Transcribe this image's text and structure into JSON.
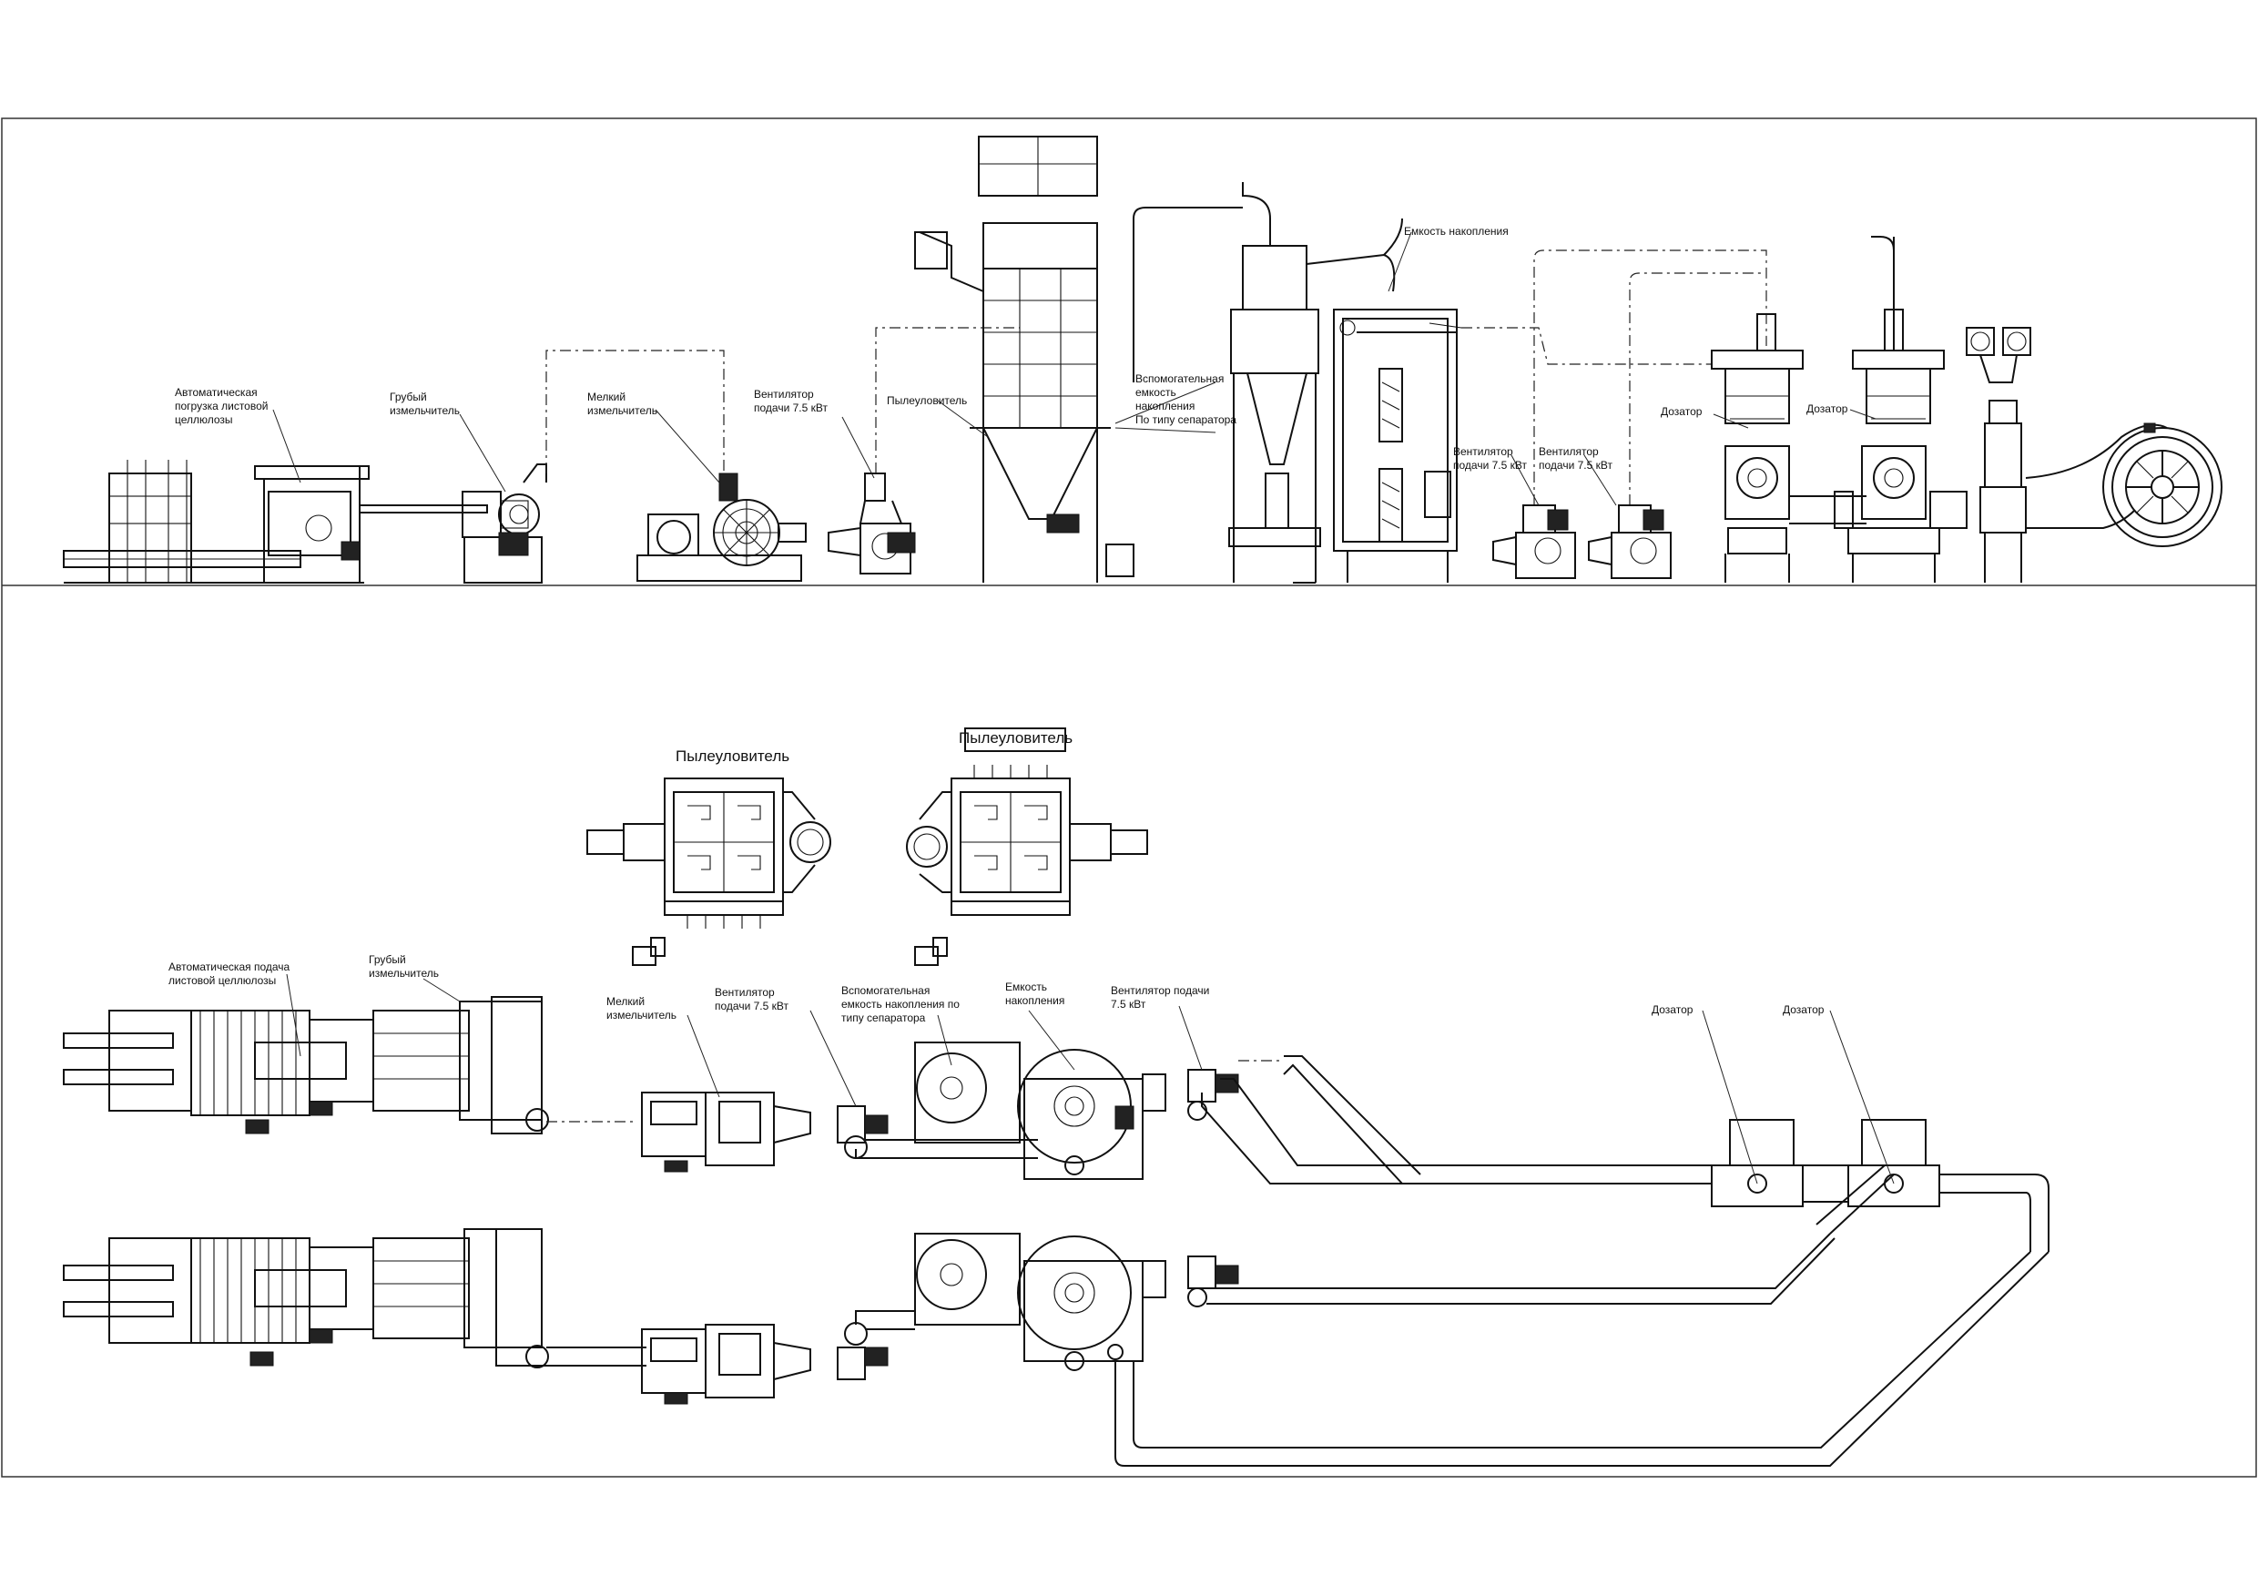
{
  "labels": {
    "top_auto_load": [
      "Автоматическая",
      "погрузка листовой",
      "целлюлозы"
    ],
    "top_coarse": [
      "Грубый",
      "измельчитель"
    ],
    "top_fine": [
      "Мелкий",
      "измельчитель"
    ],
    "top_fan1": [
      "Вентилятор",
      "подачи 7.5 кВт"
    ],
    "top_dust": [
      "Пылеуловитель"
    ],
    "top_aux_tank": [
      "Вспомогательная",
      "емкость",
      "накопления",
      "По типу сепаратора"
    ],
    "top_storage": [
      "Емкость накопления"
    ],
    "top_fan2": [
      "Вентилятор",
      "подачи 7.5 кВт"
    ],
    "top_fan3": [
      "Вентилятор",
      "подачи 7.5 кВт"
    ],
    "top_dozer1": [
      "Дозатор"
    ],
    "top_dozer2": [
      "Дозатор"
    ],
    "plan_dust1": "Пылеуловитель",
    "plan_dust2": "Пылеуловитель",
    "bot_auto_feed": [
      "Автоматическая подача",
      "листовой целлюлозы"
    ],
    "bot_coarse": [
      "Грубый",
      "измельчитель"
    ],
    "bot_fine": [
      "Мелкий",
      "измельчитель"
    ],
    "bot_fan1": [
      "Вентилятор",
      "подачи 7.5 кВт"
    ],
    "bot_aux_tank": [
      "Вспомогательная",
      "емкость накопления по",
      "типу сепаратора"
    ],
    "bot_storage": [
      "Емкость",
      "накопления"
    ],
    "bot_fan2": [
      "Вентилятор подачи",
      "7.5 кВт"
    ],
    "bot_dozer1": [
      "Дозатор"
    ],
    "bot_dozer2": [
      "Дозатор"
    ]
  }
}
